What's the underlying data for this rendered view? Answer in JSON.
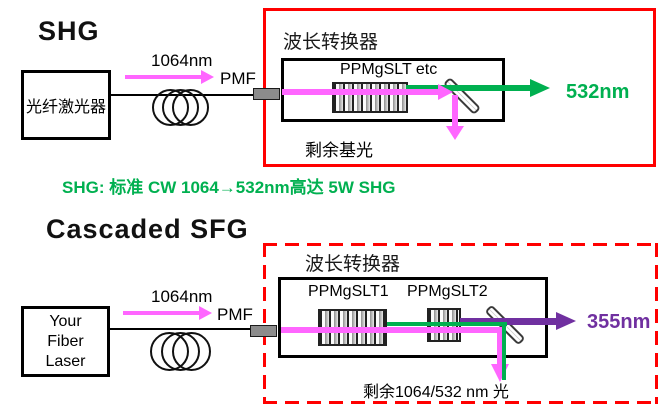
{
  "shg": {
    "title": "SHG",
    "laser_box_label": "光纤激光器",
    "input_wavelength": "1064nm",
    "pmf_label": "PMF",
    "converter_label": "波长转换器",
    "crystal_label": "PPMgSLT etc",
    "residual_label": "剩余基光",
    "output_wavelength": "532nm",
    "caption": "SHG: 标准 CW 1064→532nm高达 5W SHG"
  },
  "sfg": {
    "title": "Cascaded SFG",
    "laser_box_lines": [
      "Your",
      "Fiber",
      "Laser"
    ],
    "input_wavelength": "1064nm",
    "pmf_label": "PMF",
    "converter_label": "波长转换器",
    "crystal1_label": "PPMgSLT1",
    "crystal2_label": "PPMgSLT2",
    "residual_label": "剩余1064/532 nm 光",
    "output_wavelength": "355nm"
  },
  "colors": {
    "beam_1064": "#ff66ff",
    "beam_532": "#00b050",
    "beam_355": "#7030a0",
    "red_box": "#ff0000",
    "caption_green": "#00b050",
    "connector_gray": "#8c8c8c"
  }
}
